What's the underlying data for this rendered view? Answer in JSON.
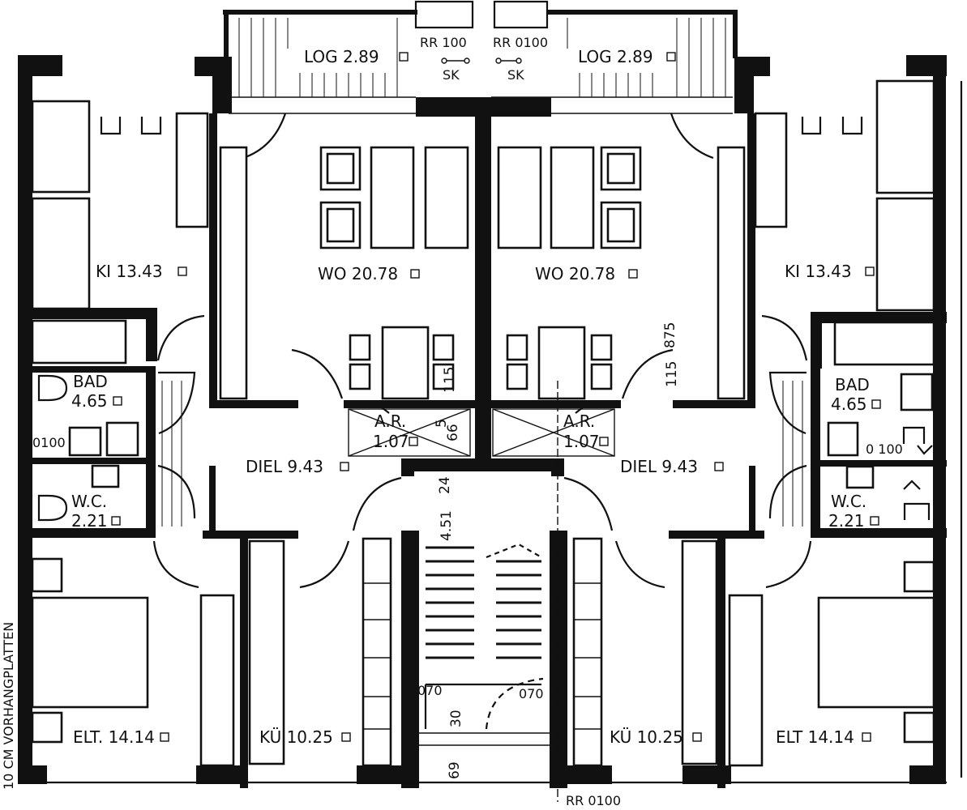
{
  "plan": {
    "rooms": {
      "left": {
        "loggia": "LOG 2.89",
        "wohnen": "WO 20.78",
        "kind": "KI 13.43",
        "bad_name": "BAD",
        "bad_area": "4.65",
        "wc_name": "W.C.",
        "wc_area": "2.21",
        "diele": "DIEL 9.43",
        "abstellraum_name": "A.R.",
        "abstellraum_area": "1.07",
        "eltern": "ELT. 14.14",
        "kueche": "KÜ 10.25"
      },
      "right": {
        "loggia": "LOG 2.89",
        "wohnen": "WO 20.78",
        "kind": "KI 13.43",
        "bad_name": "BAD",
        "bad_area": "4.65",
        "wc_name": "W.C.",
        "wc_area": "2.21",
        "diele": "DIEL 9.43",
        "abstellraum_name": "A.R.",
        "abstellraum_area": "1.07",
        "eltern": "ELT 14.14",
        "kueche": "KÜ 10.25"
      }
    },
    "annotations": {
      "rr_left": "RR 100",
      "sk_left": "SK",
      "rr_right": "RR 0100",
      "sk_right": "SK",
      "pipe_left_bath": "0100",
      "pipe_right_bath": "0 100",
      "rr_bottom": "RR 0100",
      "stair_pipe_left": "070",
      "stair_pipe_right": "070"
    },
    "dimensions": {
      "d115_center": "115",
      "d5": "5",
      "d66": "66",
      "d24": "24",
      "d451": "4.51",
      "d30": "30",
      "d69": "69",
      "d875": "875",
      "d115_right": "115"
    },
    "side_note": "10 CM VORHANGPLATTEN"
  }
}
